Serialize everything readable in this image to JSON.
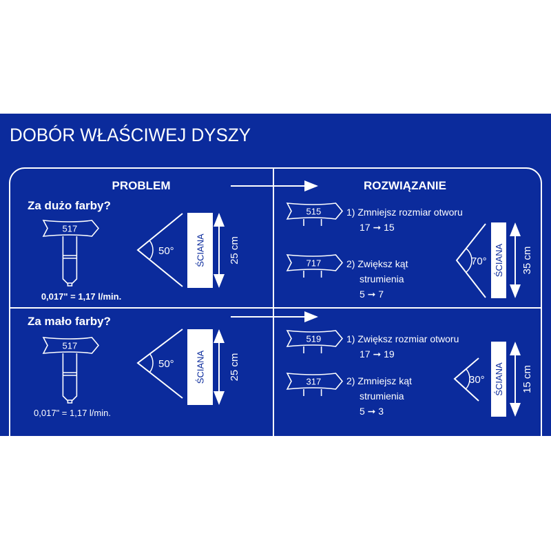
{
  "title": "DOBÓR WŁAŚCIWEJ DYSZY",
  "headers": {
    "problem": "PROBLEM",
    "solution": "ROZWIĄZANIE"
  },
  "wall_label": "ŚCIANA",
  "rows": [
    {
      "question": "Za dużo farby?",
      "tip": "517",
      "flow": "0,017\" = 1,17 l/min.",
      "angle": "50°",
      "width": "25 cm",
      "solutions": [
        {
          "tip": "515",
          "lines": [
            "1) Zmniejsz rozmiar otworu",
            "17 ➞ 15"
          ]
        },
        {
          "tip": "717",
          "lines": [
            "2) Zwiększ kąt",
            "strumienia",
            "5 ➞ 7"
          ]
        }
      ],
      "result_angle": "70°",
      "result_width": "35 cm"
    },
    {
      "question": "Za mało farby?",
      "tip": "517",
      "flow": "0,017\" = 1,17 l/min.",
      "angle": "50°",
      "width": "25 cm",
      "solutions": [
        {
          "tip": "519",
          "lines": [
            "1) Zwiększ rozmiar otworu",
            "17 ➞ 19"
          ]
        },
        {
          "tip": "317",
          "lines": [
            "2) Zmniejsz kąt",
            "strumienia",
            "5 ➞ 3"
          ]
        }
      ],
      "result_angle": "30°",
      "result_width": "15 cm"
    }
  ]
}
